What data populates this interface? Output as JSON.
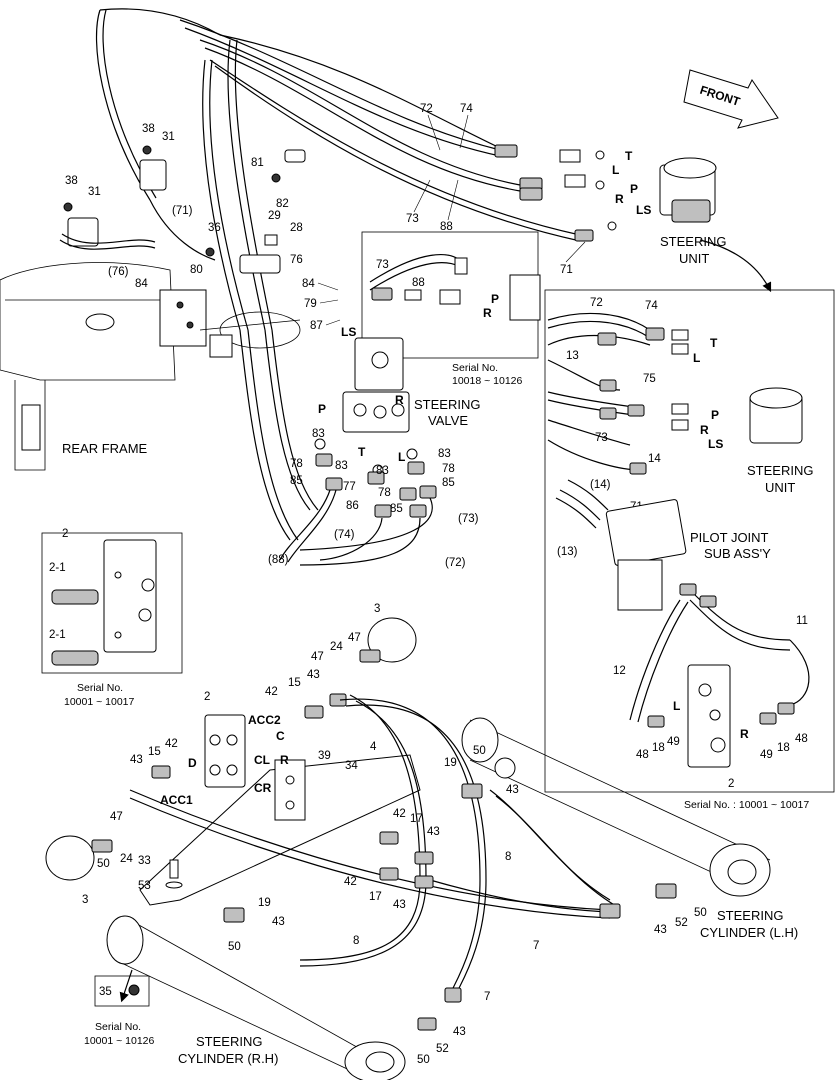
{
  "labels": {
    "front": "FRONT",
    "steering_unit": [
      "STEERING",
      "UNIT"
    ],
    "steering_unit_inset": [
      "STEERING",
      "UNIT"
    ],
    "steering_valve": [
      "STEERING",
      "VALVE"
    ],
    "rear_frame": "REAR FRAME",
    "pilot_joint": [
      "PILOT JOINT",
      "SUB ASS'Y"
    ],
    "cyl_lh": [
      "STEERING",
      "CYLINDER (L.H)"
    ],
    "cyl_rh": [
      "STEERING",
      "CYLINDER (R.H)"
    ],
    "serial_top": [
      "Serial No.",
      "10018 ~ 10126"
    ],
    "serial_left": [
      "Serial No.",
      "10001 ~ 10017"
    ],
    "serial_right": "Serial No. : 10001 ~ 10017",
    "serial_bottom": [
      "Serial No.",
      "10001 ~ 10126"
    ]
  },
  "ports": {
    "T": "T",
    "L": "L",
    "P": "P",
    "R": "R",
    "LS": "LS",
    "ACC1": "ACC1",
    "ACC2": "ACC2",
    "C": "C",
    "D": "D",
    "CL": "CL",
    "CR": "CR"
  },
  "callouts": {
    "c72": "72",
    "c74": "74",
    "c73": "73",
    "c88": "88",
    "c71": "71",
    "c71p": "(71)",
    "c38a": "38",
    "c31a": "31",
    "c38b": "38",
    "c31b": "31",
    "c81": "81",
    "c82": "82",
    "c36": "36",
    "c29": "29",
    "c28": "28",
    "c80": "80",
    "c84a": "84",
    "c84b": "84",
    "c76": "76",
    "c76p": "(76)",
    "c79": "79",
    "c87": "87",
    "c83a": "83",
    "c83b": "83",
    "c83c": "83",
    "c78a": "78",
    "c78b": "78",
    "c78c": "78",
    "c85a": "85",
    "c85b": "85",
    "c85c": "85",
    "c77": "77",
    "c86": "86",
    "c74p": "(74)",
    "c73p": "(73)",
    "c72p": "(72)",
    "c88p": "(88)",
    "i73": "73",
    "i88": "88",
    "r72": "72",
    "r74": "74",
    "r13": "13",
    "r75": "75",
    "r73": "73",
    "r14": "14",
    "r71": "71",
    "r14p": "(14)",
    "r13p": "(13)",
    "r11": "11",
    "r12": "12",
    "r48a": "48",
    "r18a": "18",
    "r49a": "49",
    "r49b": "49",
    "r18b": "18",
    "r48b": "48",
    "r2": "2",
    "l2": "2",
    "l21a": "2-1",
    "l21b": "2-1",
    "b3a": "3",
    "b47a": "47",
    "b24a": "24",
    "b47b": "47",
    "b43a": "43",
    "b15a": "15",
    "b42a": "42",
    "b2": "2",
    "b4": "4",
    "b39": "39",
    "b34": "34",
    "b43b": "43",
    "b15b": "15",
    "b42b": "42",
    "b19a": "19",
    "b50a": "50",
    "b43c": "43",
    "b42c": "42",
    "b17a": "17",
    "b43d": "43",
    "b8a": "8",
    "b42d": "42",
    "b17b": "17",
    "b43e": "43",
    "b47c": "47",
    "b24b": "24",
    "b50b": "50",
    "b33": "33",
    "b3b": "3",
    "b53": "53",
    "b19b": "19",
    "b43f": "43",
    "b50c": "50",
    "b8b": "8",
    "b7a": "7",
    "b7b": "7",
    "b43g": "43",
    "b52a": "52",
    "b50d": "50",
    "b43h": "43",
    "b52b": "52",
    "b50e": "50",
    "b35": "35"
  }
}
